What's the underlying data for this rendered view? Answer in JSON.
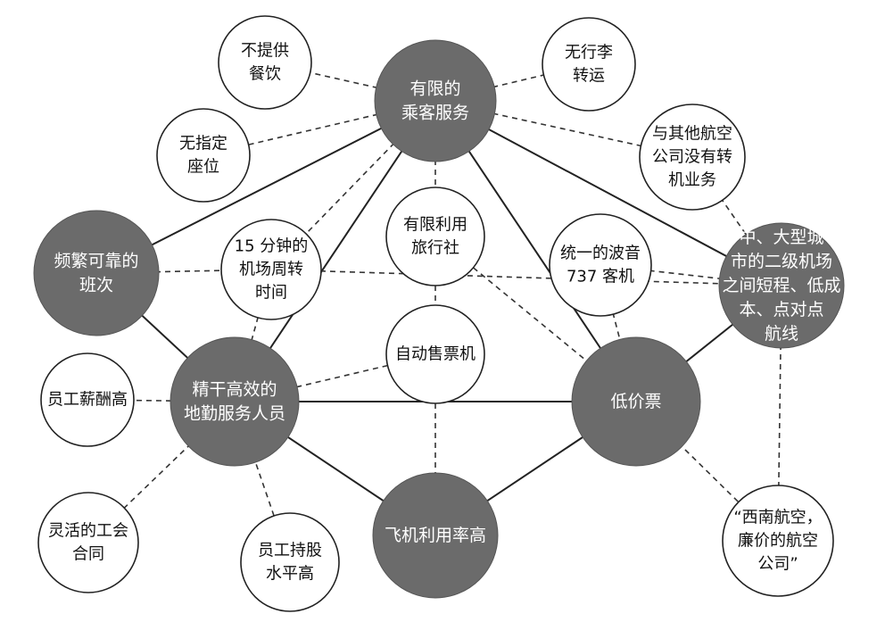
{
  "nodes": [
    {
      "id": "limited_service",
      "kind": "core",
      "lines": [
        "有限的",
        "乘客服务"
      ]
    },
    {
      "id": "frequent_flights",
      "kind": "core",
      "lines": [
        "频繁可靠的",
        "班次"
      ]
    },
    {
      "id": "lean_ground_staff",
      "kind": "core",
      "lines": [
        "精干高效的",
        "地勤服务人员"
      ]
    },
    {
      "id": "low_fares",
      "kind": "core",
      "lines": [
        "低价票"
      ]
    },
    {
      "id": "high_utilization",
      "kind": "core",
      "lines": [
        "飞机利用率高"
      ]
    },
    {
      "id": "short_haul",
      "kind": "core",
      "lines": [
        "中、大型城",
        "市的二级机场",
        "之间短程、低成",
        "本、点对点",
        "航线"
      ]
    },
    {
      "id": "no_meals",
      "kind": "activity",
      "lines": [
        "不提供",
        "餐饮"
      ]
    },
    {
      "id": "no_seats",
      "kind": "activity",
      "lines": [
        "无指定",
        "座位"
      ]
    },
    {
      "id": "no_baggage",
      "kind": "activity",
      "lines": [
        "无行李",
        "转运"
      ]
    },
    {
      "id": "no_interline",
      "kind": "activity",
      "lines": [
        "与其他航空",
        "公司没有转",
        "机业务"
      ]
    },
    {
      "id": "turnaround",
      "kind": "activity",
      "lines": [
        "15 分钟的",
        "机场周转",
        "时间"
      ]
    },
    {
      "id": "limited_agents",
      "kind": "activity",
      "lines": [
        "有限利用",
        "旅行社"
      ]
    },
    {
      "id": "boeing",
      "kind": "activity",
      "lines": [
        "统一的波音",
        "737 客机"
      ]
    },
    {
      "id": "ticket_machines",
      "kind": "activity",
      "lines": [
        "自动售票机"
      ]
    },
    {
      "id": "high_pay",
      "kind": "activity",
      "lines": [
        "员工薪酬高"
      ]
    },
    {
      "id": "union",
      "kind": "activity",
      "lines": [
        "灵活的工会",
        "合同"
      ]
    },
    {
      "id": "stock",
      "kind": "activity",
      "lines": [
        "员工持股",
        "水平高"
      ]
    },
    {
      "id": "slogan",
      "kind": "activity",
      "lines": [
        "“西南航空，",
        "廉价的航空",
        "公司”"
      ]
    }
  ],
  "edges": [
    {
      "from": "limited_service",
      "to": "frequent_flights",
      "style": "solid"
    },
    {
      "from": "limited_service",
      "to": "lean_ground_staff",
      "style": "solid"
    },
    {
      "from": "limited_service",
      "to": "low_fares",
      "style": "solid"
    },
    {
      "from": "limited_service",
      "to": "short_haul",
      "style": "solid"
    },
    {
      "from": "frequent_flights",
      "to": "lean_ground_staff",
      "style": "solid"
    },
    {
      "from": "lean_ground_staff",
      "to": "low_fares",
      "style": "solid"
    },
    {
      "from": "lean_ground_staff",
      "to": "high_utilization",
      "style": "solid"
    },
    {
      "from": "low_fares",
      "to": "high_utilization",
      "style": "solid"
    },
    {
      "from": "low_fares",
      "to": "short_haul",
      "style": "solid"
    },
    {
      "from": "limited_service",
      "to": "no_meals",
      "style": "dashed"
    },
    {
      "from": "limited_service",
      "to": "no_seats",
      "style": "dashed"
    },
    {
      "from": "limited_service",
      "to": "no_baggage",
      "style": "dashed"
    },
    {
      "from": "limited_service",
      "to": "no_interline",
      "style": "dashed"
    },
    {
      "from": "limited_service",
      "to": "turnaround",
      "style": "dashed"
    },
    {
      "from": "limited_service",
      "to": "limited_agents",
      "style": "dashed"
    },
    {
      "from": "no_interline",
      "to": "short_haul",
      "style": "dashed"
    },
    {
      "from": "frequent_flights",
      "to": "turnaround",
      "style": "dashed"
    },
    {
      "from": "turnaround",
      "to": "lean_ground_staff",
      "style": "dashed"
    },
    {
      "from": "turnaround",
      "to": "short_haul",
      "style": "dashed"
    },
    {
      "from": "limited_agents",
      "to": "ticket_machines",
      "style": "dashed"
    },
    {
      "from": "limited_agents",
      "to": "low_fares",
      "style": "dashed"
    },
    {
      "from": "boeing",
      "to": "short_haul",
      "style": "dashed"
    },
    {
      "from": "boeing",
      "to": "low_fares",
      "style": "dashed"
    },
    {
      "from": "ticket_machines",
      "to": "lean_ground_staff",
      "style": "dashed"
    },
    {
      "from": "ticket_machines",
      "to": "high_utilization",
      "style": "dashed"
    },
    {
      "from": "high_pay",
      "to": "lean_ground_staff",
      "style": "dashed"
    },
    {
      "from": "union",
      "to": "lean_ground_staff",
      "style": "dashed"
    },
    {
      "from": "stock",
      "to": "lean_ground_staff",
      "style": "dashed"
    },
    {
      "from": "short_haul",
      "to": "slogan",
      "style": "dashed"
    },
    {
      "from": "low_fares",
      "to": "slogan",
      "style": "dashed"
    }
  ]
}
